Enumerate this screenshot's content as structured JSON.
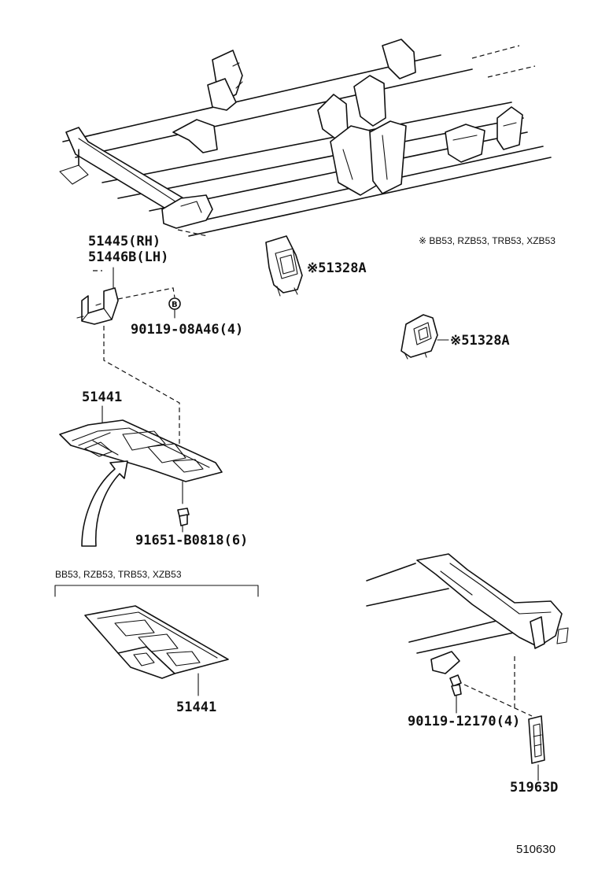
{
  "parts": {
    "bracket_rh": "51445(RH)",
    "bracket_lh": "51446B(LH)",
    "bolt_b": "90119-08A46(4)",
    "bolt_b_marker": "B",
    "cover_upper": "51441",
    "bolt_lower": "91651-B0818(6)",
    "cover_lower": "51441",
    "stopper_top": "51328A",
    "stopper_mid": "51328A",
    "bolt_rear": "90119-12170(4)",
    "guard_rear": "51963D"
  },
  "notes": {
    "asterisk_mark": "※",
    "models_note": "※ BB53, RZB53, TRB53, XZB53",
    "bracket_label": "BB53, RZB53, TRB53, XZB53"
  },
  "figure_number": "510630"
}
